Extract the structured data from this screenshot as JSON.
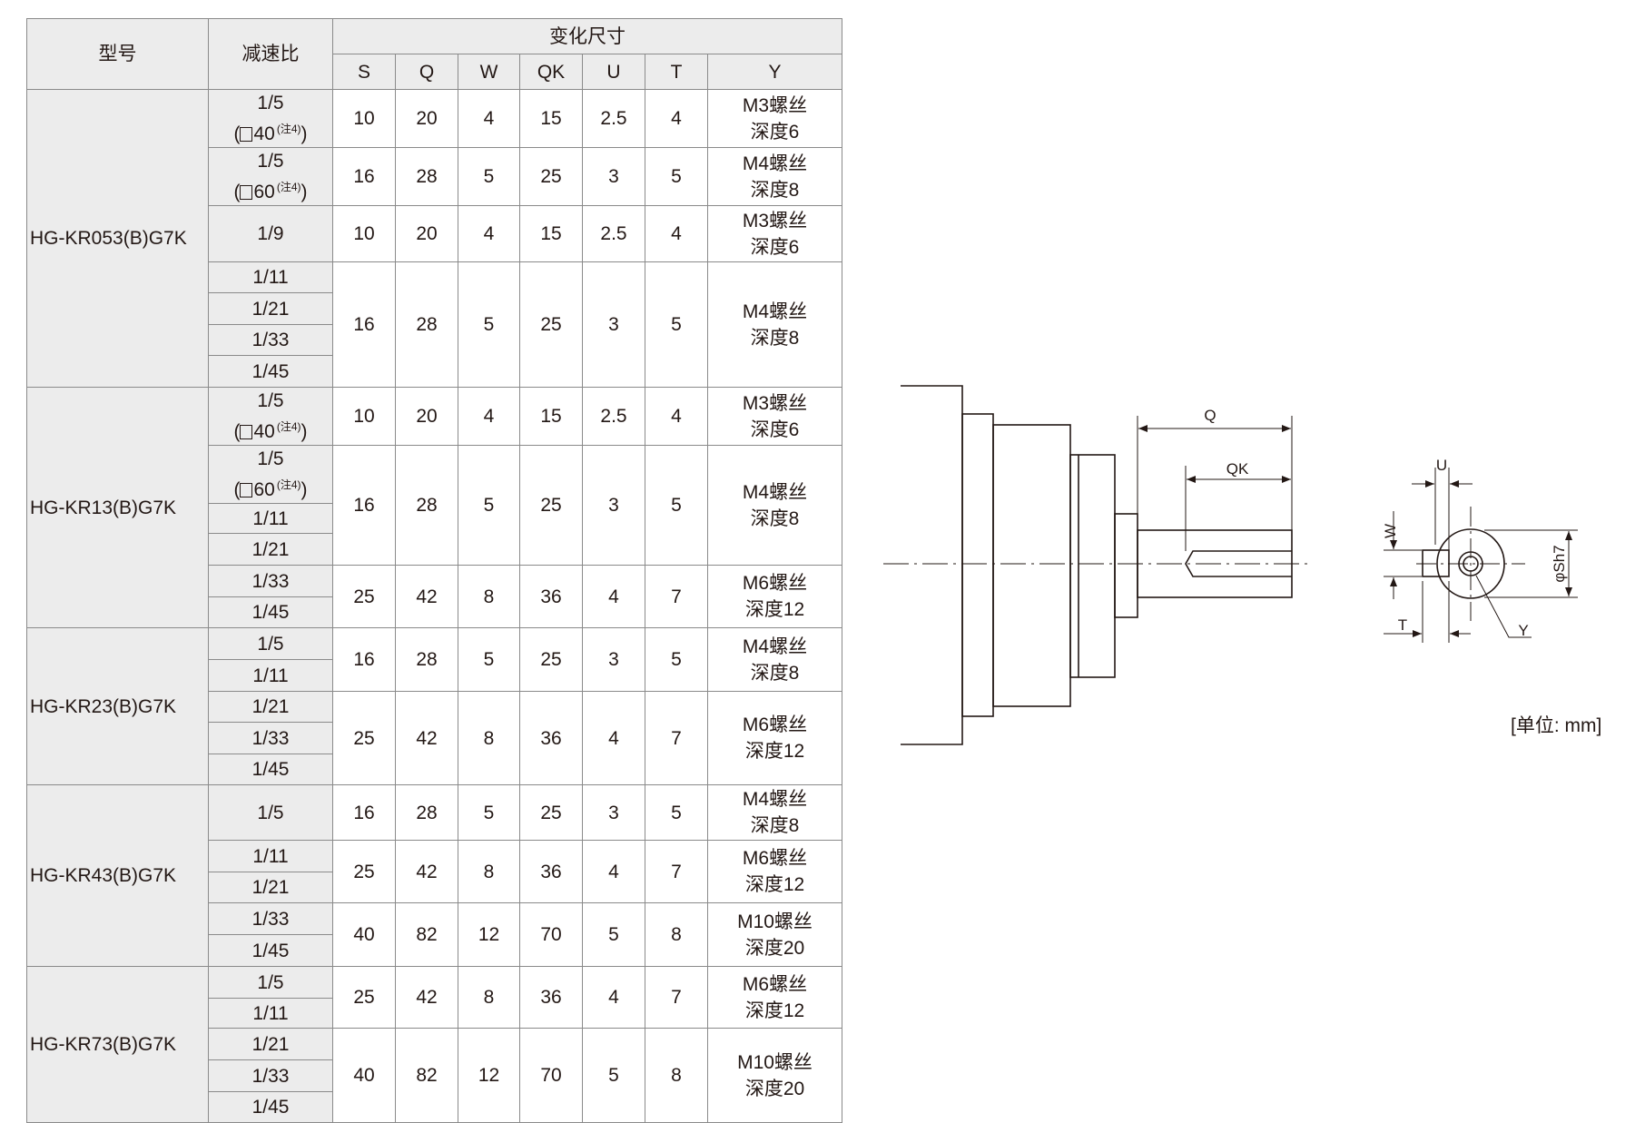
{
  "header": {
    "model": "型号",
    "ratio": "减速比",
    "variable_dims": "变化尺寸",
    "columns": [
      "S",
      "Q",
      "W",
      "QK",
      "U",
      "T",
      "Y"
    ]
  },
  "models": [
    {
      "name": "HG-KR053(B)G7K",
      "ratios": [
        {
          "ratio": "1/5",
          "size": "40",
          "note": "(注4)"
        },
        {
          "ratio": "1/5",
          "size": "60",
          "note": "(注4)"
        },
        {
          "ratio": "1/9"
        },
        {
          "ratio": "1/11"
        },
        {
          "ratio": "1/21"
        },
        {
          "ratio": "1/33"
        },
        {
          "ratio": "1/45"
        }
      ],
      "groups": [
        {
          "span": 1,
          "S": "10",
          "Q": "20",
          "W": "4",
          "QK": "15",
          "U": "2.5",
          "T": "4",
          "Y": [
            "M3螺丝",
            "深度6"
          ]
        },
        {
          "span": 1,
          "S": "16",
          "Q": "28",
          "W": "5",
          "QK": "25",
          "U": "3",
          "T": "5",
          "Y": [
            "M4螺丝",
            "深度8"
          ]
        },
        {
          "span": 1,
          "S": "10",
          "Q": "20",
          "W": "4",
          "QK": "15",
          "U": "2.5",
          "T": "4",
          "Y": [
            "M3螺丝",
            "深度6"
          ]
        },
        {
          "span": 4,
          "S": "16",
          "Q": "28",
          "W": "5",
          "QK": "25",
          "U": "3",
          "T": "5",
          "Y": [
            "M4螺丝",
            "深度8"
          ]
        }
      ]
    },
    {
      "name": "HG-KR13(B)G7K",
      "ratios": [
        {
          "ratio": "1/5",
          "size": "40",
          "note": "(注4)"
        },
        {
          "ratio": "1/5",
          "size": "60",
          "note": "(注4)"
        },
        {
          "ratio": "1/11"
        },
        {
          "ratio": "1/21"
        },
        {
          "ratio": "1/33"
        },
        {
          "ratio": "1/45"
        }
      ],
      "groups": [
        {
          "span": 1,
          "S": "10",
          "Q": "20",
          "W": "4",
          "QK": "15",
          "U": "2.5",
          "T": "4",
          "Y": [
            "M3螺丝",
            "深度6"
          ]
        },
        {
          "span": 3,
          "S": "16",
          "Q": "28",
          "W": "5",
          "QK": "25",
          "U": "3",
          "T": "5",
          "Y": [
            "M4螺丝",
            "深度8"
          ]
        },
        {
          "span": 2,
          "S": "25",
          "Q": "42",
          "W": "8",
          "QK": "36",
          "U": "4",
          "T": "7",
          "Y": [
            "M6螺丝",
            "深度12"
          ]
        }
      ]
    },
    {
      "name": "HG-KR23(B)G7K",
      "ratios": [
        {
          "ratio": "1/5"
        },
        {
          "ratio": "1/11"
        },
        {
          "ratio": "1/21"
        },
        {
          "ratio": "1/33"
        },
        {
          "ratio": "1/45"
        }
      ],
      "groups": [
        {
          "span": 2,
          "S": "16",
          "Q": "28",
          "W": "5",
          "QK": "25",
          "U": "3",
          "T": "5",
          "Y": [
            "M4螺丝",
            "深度8"
          ]
        },
        {
          "span": 3,
          "S": "25",
          "Q": "42",
          "W": "8",
          "QK": "36",
          "U": "4",
          "T": "7",
          "Y": [
            "M6螺丝",
            "深度12"
          ]
        }
      ]
    },
    {
      "name": "HG-KR43(B)G7K",
      "ratios": [
        {
          "ratio": "1/5"
        },
        {
          "ratio": "1/11"
        },
        {
          "ratio": "1/21"
        },
        {
          "ratio": "1/33"
        },
        {
          "ratio": "1/45"
        }
      ],
      "groups": [
        {
          "span": 1,
          "S": "16",
          "Q": "28",
          "W": "5",
          "QK": "25",
          "U": "3",
          "T": "5",
          "Y": [
            "M4螺丝",
            "深度8"
          ]
        },
        {
          "span": 2,
          "S": "25",
          "Q": "42",
          "W": "8",
          "QK": "36",
          "U": "4",
          "T": "7",
          "Y": [
            "M6螺丝",
            "深度12"
          ]
        },
        {
          "span": 2,
          "S": "40",
          "Q": "82",
          "W": "12",
          "QK": "70",
          "U": "5",
          "T": "8",
          "Y": [
            "M10螺丝",
            "深度20"
          ]
        }
      ]
    },
    {
      "name": "HG-KR73(B)G7K",
      "ratios": [
        {
          "ratio": "1/5"
        },
        {
          "ratio": "1/11"
        },
        {
          "ratio": "1/21"
        },
        {
          "ratio": "1/33"
        },
        {
          "ratio": "1/45"
        }
      ],
      "groups": [
        {
          "span": 2,
          "S": "25",
          "Q": "42",
          "W": "8",
          "QK": "36",
          "U": "4",
          "T": "7",
          "Y": [
            "M6螺丝",
            "深度12"
          ]
        },
        {
          "span": 3,
          "S": "40",
          "Q": "82",
          "W": "12",
          "QK": "70",
          "U": "5",
          "T": "8",
          "Y": [
            "M10螺丝",
            "深度20"
          ]
        }
      ]
    }
  ],
  "drawing": {
    "labels": {
      "Q": "Q",
      "QK": "QK",
      "U": "U",
      "W": "W",
      "T": "T",
      "Y": "Y",
      "diameter": "φSh7"
    },
    "unit": "[单位: mm]"
  }
}
